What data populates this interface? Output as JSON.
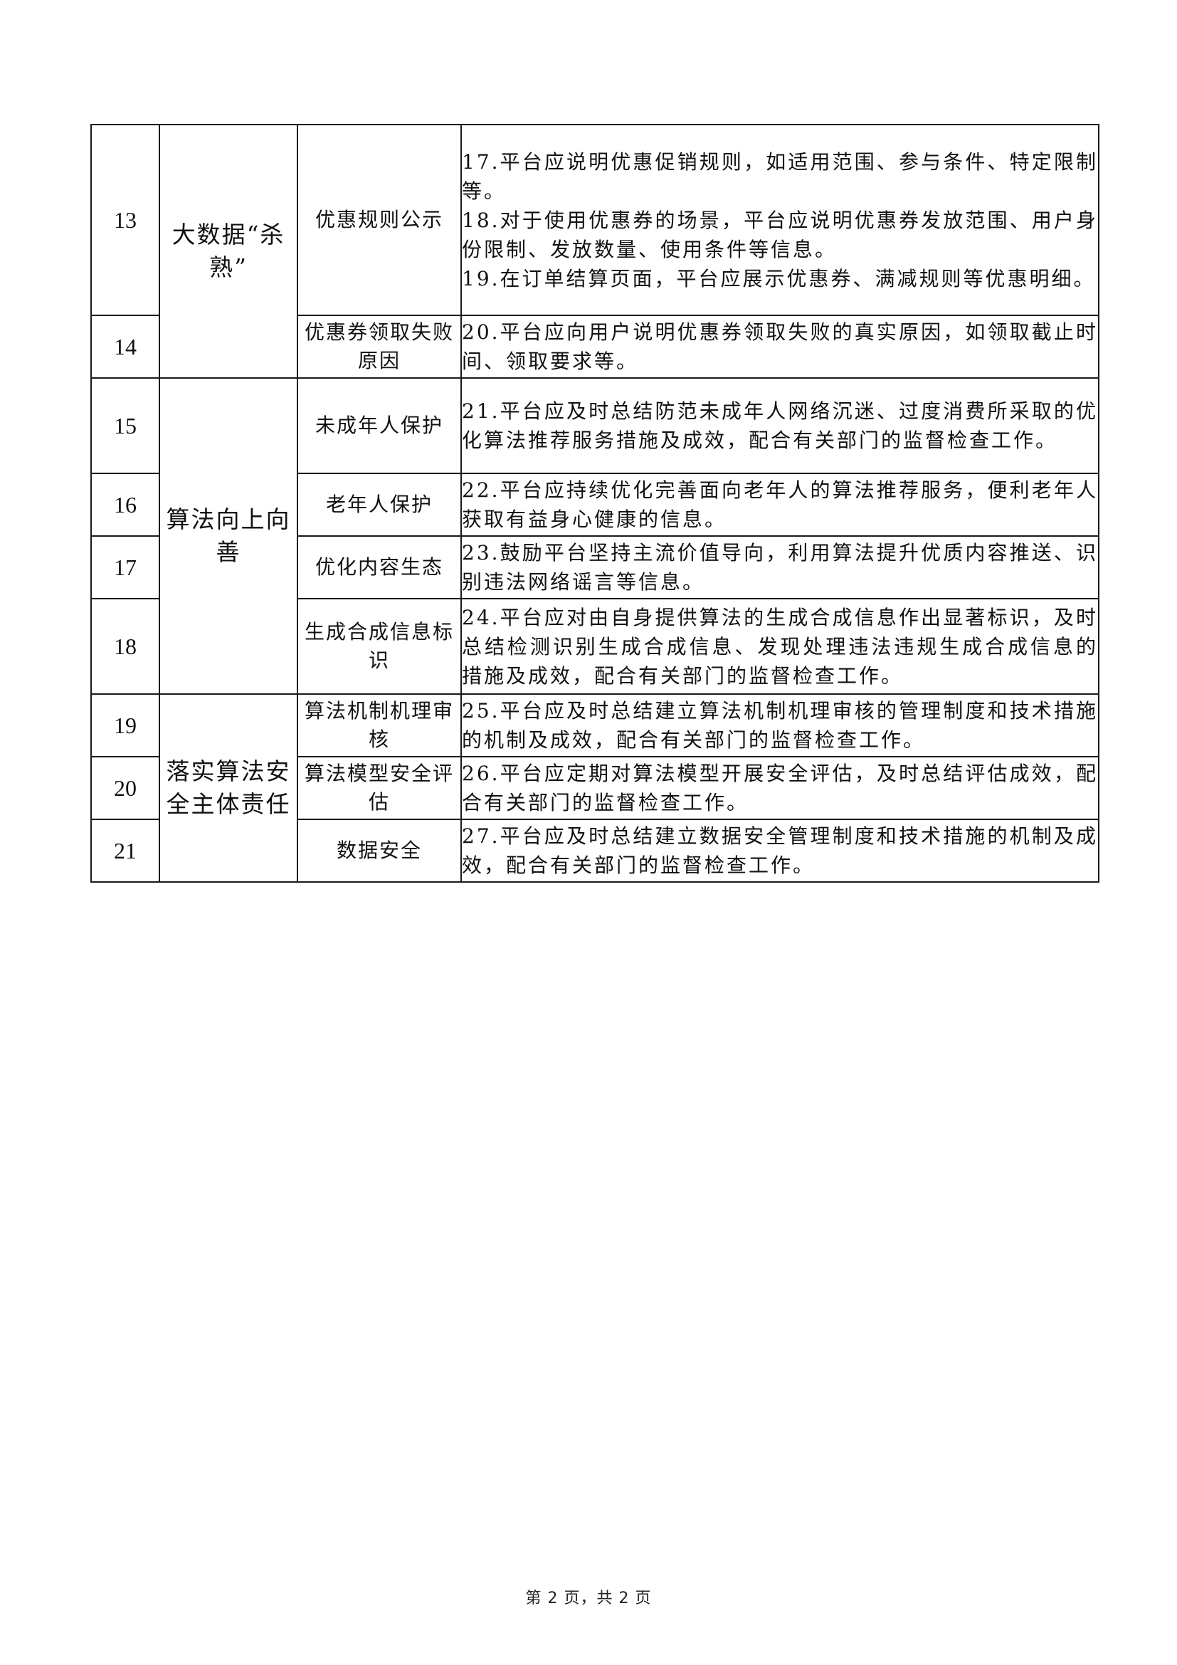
{
  "rows": [
    {
      "no": "13",
      "category": "大数据“杀熟”",
      "item": "优惠规则公示",
      "requirements": [
        "17.平台应说明优惠促销规则，如适用范围、参与条件、特定限制等。",
        "18.对于使用优惠券的场景，平台应说明优惠券发放范围、用户身份限制、发放数量、使用条件等信息。",
        "19.在订单结算页面，平台应展示优惠券、满减规则等优惠明细。"
      ]
    },
    {
      "no": "14",
      "item": "优惠券领取失败原因",
      "requirements": [
        "20.平台应向用户说明优惠券领取失败的真实原因，如领取截止时间、领取要求等。"
      ]
    },
    {
      "no": "15",
      "category": "算法向上向善",
      "item": "未成年人保护",
      "requirements": [
        "21.平台应及时总结防范未成年人网络沉迷、过度消费所采取的优化算法推荐服务措施及成效，配合有关部门的监督检查工作。"
      ]
    },
    {
      "no": "16",
      "item": "老年人保护",
      "requirements": [
        "22.平台应持续优化完善面向老年人的算法推荐服务，便利老年人获取有益身心健康的信息。"
      ]
    },
    {
      "no": "17",
      "item": "优化内容生态",
      "requirements": [
        "23.鼓励平台坚持主流价值导向，利用算法提升优质内容推送、识别违法网络谣言等信息。"
      ]
    },
    {
      "no": "18",
      "item": "生成合成信息标识",
      "requirements": [
        "24.平台应对由自身提供算法的生成合成信息作出显著标识，及时总结检测识别生成合成信息、发现处理违法违规生成合成信息的措施及成效，配合有关部门的监督检查工作。"
      ]
    },
    {
      "no": "19",
      "category": "落实算法安全主体责任",
      "item": "算法机制机理审核",
      "requirements": [
        "25.平台应及时总结建立算法机制机理审核的管理制度和技术措施的机制及成效，配合有关部门的监督检查工作。"
      ]
    },
    {
      "no": "20",
      "item": "算法模型安全评估",
      "requirements": [
        "26.平台应定期对算法模型开展安全评估，及时总结评估成效，配合有关部门的监督检查工作。"
      ]
    },
    {
      "no": "21",
      "item": "数据安全",
      "requirements": [
        "27.平台应及时总结建立数据安全管理制度和技术措施的机制及成效，配合有关部门的监督检查工作。"
      ]
    }
  ],
  "footer": "第 2 页，共 2 页"
}
